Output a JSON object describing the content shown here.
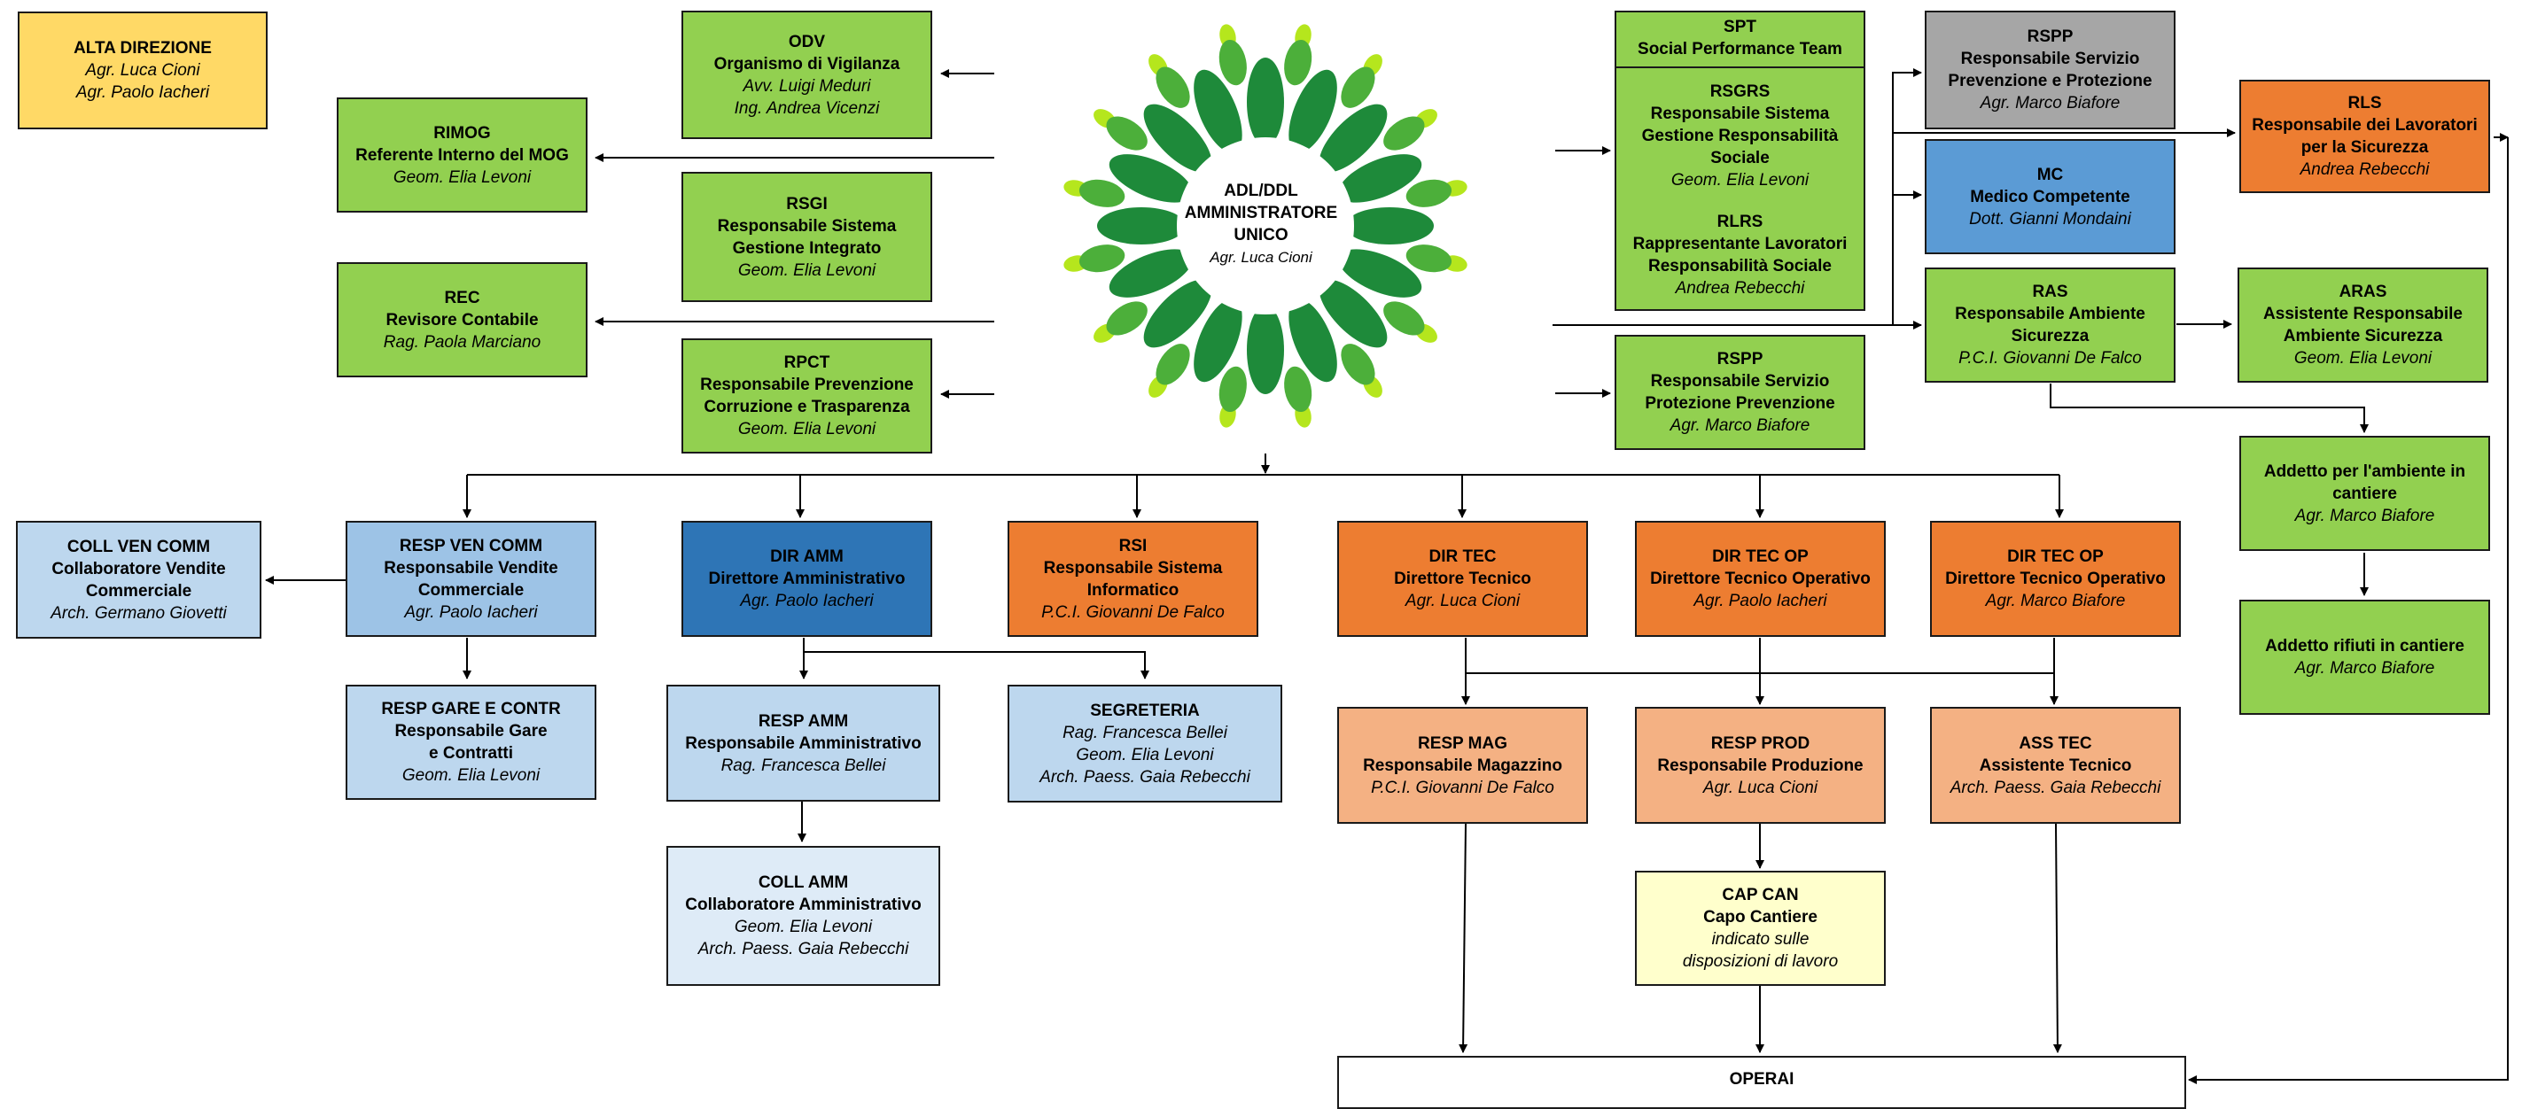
{
  "nodes": {
    "alta": {
      "title": "ALTA DIREZIONE",
      "sub": [],
      "people": [
        "Agr. Luca Cioni",
        "Agr. Paolo Iacheri"
      ]
    },
    "odv": {
      "title": "ODV",
      "sub": [
        "Organismo di Vigilanza"
      ],
      "people": [
        "Avv. Luigi Meduri",
        "Ing. Andrea Vicenzi"
      ]
    },
    "rimog": {
      "title": "RIMOG",
      "sub": [
        "Referente Interno del MOG"
      ],
      "people": [
        "Geom. Elia Levoni"
      ]
    },
    "rsgi": {
      "title": "RSGI",
      "sub": [
        "Responsabile Sistema",
        "Gestione Integrato"
      ],
      "people": [
        "Geom. Elia Levoni"
      ]
    },
    "rec": {
      "title": "REC",
      "sub": [
        "Revisore Contabile"
      ],
      "people": [
        "Rag. Paola Marciano"
      ]
    },
    "rpct": {
      "title": "RPCT",
      "sub": [
        "Responsabile Prevenzione",
        "Corruzione e Trasparenza"
      ],
      "people": [
        "Geom. Elia Levoni"
      ]
    },
    "center": {
      "title": "ADL/DDL",
      "sub": [
        "AMMINISTRATORE",
        "UNICO"
      ],
      "people": [
        "Agr. Luca Cioni"
      ]
    },
    "spt": {
      "title": "SPT",
      "sub": [
        "Social Performance Team"
      ],
      "people": []
    },
    "rsgrs": {
      "title": "RSGRS",
      "sub": [
        "Responsabile Sistema",
        "Gestione Responsabilità",
        "Sociale"
      ],
      "people": [
        "Geom. Elia Levoni"
      ]
    },
    "rlrs": {
      "title": "RLRS",
      "sub": [
        "Rappresentante Lavoratori",
        "Responsabilità Sociale"
      ],
      "people": [
        "Andrea Rebecchi"
      ]
    },
    "rspp_top": {
      "title": "RSPP",
      "sub": [
        "Responsabile Servizio",
        "Prevenzione e Protezione"
      ],
      "people": [
        "Agr. Marco Biafore"
      ]
    },
    "mc": {
      "title": "MC",
      "sub": [
        "Medico Competente"
      ],
      "people": [
        "Dott. Gianni Mondaini"
      ]
    },
    "rls": {
      "title": "RLS",
      "sub": [
        "Responsabile dei Lavoratori",
        "per la Sicurezza"
      ],
      "people": [
        "Andrea Rebecchi"
      ]
    },
    "ras": {
      "title": "RAS",
      "sub": [
        "Responsabile Ambiente",
        "Sicurezza"
      ],
      "people": [
        "P.C.I. Giovanni De Falco"
      ]
    },
    "aras": {
      "title": "ARAS",
      "sub": [
        "Assistente Responsabile",
        "Ambiente Sicurezza"
      ],
      "people": [
        "Geom. Elia Levoni"
      ]
    },
    "rspp_mid": {
      "title": "RSPP",
      "sub": [
        "Responsabile Servizio",
        "Protezione Prevenzione"
      ],
      "people": [
        "Agr. Marco Biafore"
      ]
    },
    "add_amb": {
      "title": "Addetto per l'ambiente in",
      "sub": [
        "cantiere"
      ],
      "people": [
        "Agr. Marco Biafore"
      ]
    },
    "add_rif": {
      "title": "Addetto rifiuti in cantiere",
      "sub": [],
      "people": [
        "Agr. Marco Biafore"
      ]
    },
    "coll_ven": {
      "title": "COLL VEN COMM",
      "sub": [
        "Collaboratore Vendite",
        "Commerciale"
      ],
      "people": [
        "Arch. Germano Giovetti"
      ]
    },
    "resp_ven": {
      "title": "RESP VEN COMM",
      "sub": [
        "Responsabile Vendite",
        "Commerciale"
      ],
      "people": [
        "Agr. Paolo Iacheri"
      ]
    },
    "dir_amm": {
      "title": "DIR AMM",
      "sub": [
        "Direttore Amministrativo"
      ],
      "people": [
        "Agr. Paolo Iacheri"
      ]
    },
    "rsi": {
      "title": "RSI",
      "sub": [
        "Responsabile Sistema",
        "Informatico"
      ],
      "people": [
        "P.C.I. Giovanni De Falco"
      ]
    },
    "dir_tec": {
      "title": "DIR TEC",
      "sub": [
        "Direttore Tecnico"
      ],
      "people": [
        "Agr. Luca Cioni"
      ]
    },
    "dir_tec_op1": {
      "title": "DIR TEC OP",
      "sub": [
        "Direttore Tecnico Operativo"
      ],
      "people": [
        "Agr. Paolo Iacheri"
      ]
    },
    "dir_tec_op2": {
      "title": "DIR TEC OP",
      "sub": [
        "Direttore Tecnico Operativo"
      ],
      "people": [
        "Agr. Marco Biafore"
      ]
    },
    "resp_gare": {
      "title": "RESP GARE E CONTR",
      "sub": [
        "Responsabile Gare",
        "e Contratti"
      ],
      "people": [
        "Geom. Elia Levoni"
      ]
    },
    "resp_amm": {
      "title": "RESP AMM",
      "sub": [
        "Responsabile Amministrativo"
      ],
      "people": [
        "Rag. Francesca Bellei"
      ]
    },
    "segreteria": {
      "title": "SEGRETERIA",
      "sub": [],
      "people": [
        "Rag. Francesca Bellei",
        "Geom. Elia Levoni",
        "Arch. Paess. Gaia Rebecchi"
      ]
    },
    "coll_amm": {
      "title": "COLL AMM",
      "sub": [
        "Collaboratore Amministrativo"
      ],
      "people": [
        "Geom. Elia Levoni",
        "Arch. Paess. Gaia Rebecchi"
      ]
    },
    "resp_mag": {
      "title": "RESP MAG",
      "sub": [
        "Responsabile Magazzino"
      ],
      "people": [
        "P.C.I. Giovanni De Falco"
      ]
    },
    "resp_prod": {
      "title": "RESP PROD",
      "sub": [
        "Responsabile Produzione"
      ],
      "people": [
        "Agr. Luca Cioni"
      ]
    },
    "ass_tec": {
      "title": "ASS TEC",
      "sub": [
        "Assistente Tecnico"
      ],
      "people": [
        "Arch. Paess. Gaia Rebecchi"
      ]
    },
    "cap_can": {
      "title": "CAP CAN",
      "sub": [
        "Capo Cantiere"
      ],
      "people": [
        "indicato sulle",
        "disposizioni di lavoro"
      ]
    },
    "operai": {
      "title": "OPERAI",
      "sub": [],
      "people": []
    }
  },
  "colors": {
    "yellow": "#ffd966",
    "green": "#92d050",
    "grey": "#a6a6a6",
    "orange": "#ed7d31",
    "blue": "#5b9bd5",
    "navy": "#2e75b6",
    "light_blue": "#9dc3e6",
    "pale_blue": "#bdd7ee",
    "very_pale_blue": "#deebf7",
    "peach": "#f4b183",
    "cream": "#ffffcc",
    "leaf_dark": "#1e8a3a",
    "leaf_mid": "#4caf3a",
    "leaf_light": "#b5e61d"
  }
}
